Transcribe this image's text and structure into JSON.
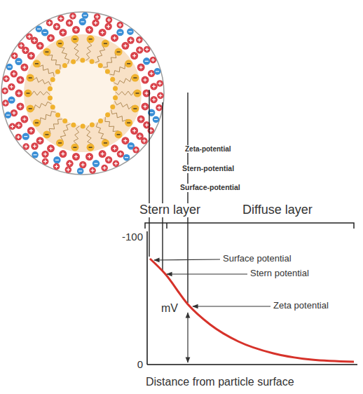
{
  "diagram": {
    "labels": [
      "Zeta-potential",
      "Stern-potential",
      "Surface-potential",
      "Stern layer",
      "Diffuse layer",
      "-100",
      "mV",
      "0",
      "Surface potential",
      "Stern potential",
      "Zeta potential",
      "Distance from particle surface"
    ]
  }
}
